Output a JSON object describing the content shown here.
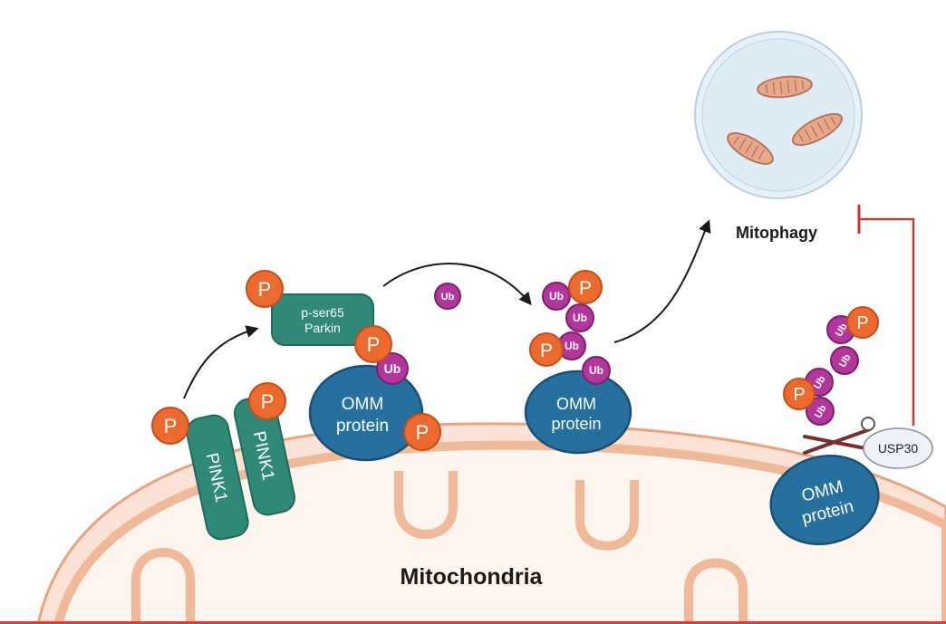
{
  "labels": {
    "mitophagy": "Mitophagy",
    "mitochondria": "Mitochondria",
    "pink1_a": "PINK1",
    "pink1_b": "PINK1",
    "parkin_line1": "p-ser65",
    "parkin_line2": "Parkin",
    "omm_line1": "OMM",
    "omm_line2": "protein",
    "usp30": "USP30",
    "phospho": "P",
    "ubiquitin": "Ub"
  },
  "colors": {
    "phosphate": "#ec6a2e",
    "ubiquitin": "#b2369c",
    "pink1": "#2f8878",
    "parkin": "#2f8878",
    "omm_protein": "#2670a0",
    "mitochondria_membrane": "#f6c7ae",
    "lysosome_fill": "#deecf6",
    "inhibition": "#c23a3a",
    "usp30_fill": "#eef2f8"
  }
}
